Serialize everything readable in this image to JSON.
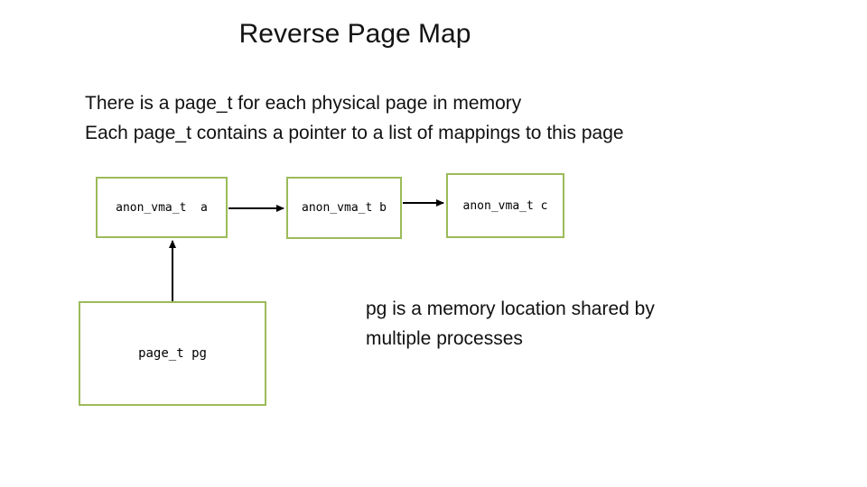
{
  "slide": {
    "title": "Reverse Page Map",
    "body": {
      "line1": "There is a page_t for each physical page in memory",
      "line2": "Each page_t contains a pointer to a list of mappings to this page"
    },
    "note": {
      "line1": "pg is a memory location shared by",
      "line2": "multiple processes"
    }
  },
  "diagram": {
    "nodes": {
      "anon_a": {
        "label": "anon_vma_t  a"
      },
      "anon_b": {
        "label": "anon_vma_t b"
      },
      "anon_c": {
        "label": "anon_vma_t c"
      },
      "page_pg": {
        "label": "page_t pg"
      }
    },
    "edges": [
      {
        "from": "anon_vma_t a",
        "to": "anon_vma_t b",
        "direction": "right"
      },
      {
        "from": "anon_vma_t b",
        "to": "anon_vma_t c",
        "direction": "right"
      },
      {
        "from": "page_t pg",
        "to": "anon_vma_t a",
        "direction": "up"
      }
    ],
    "colors": {
      "node_border": "#9bbb59",
      "arrow": "#000000",
      "background": "#ffffff",
      "text": "#111111"
    }
  }
}
